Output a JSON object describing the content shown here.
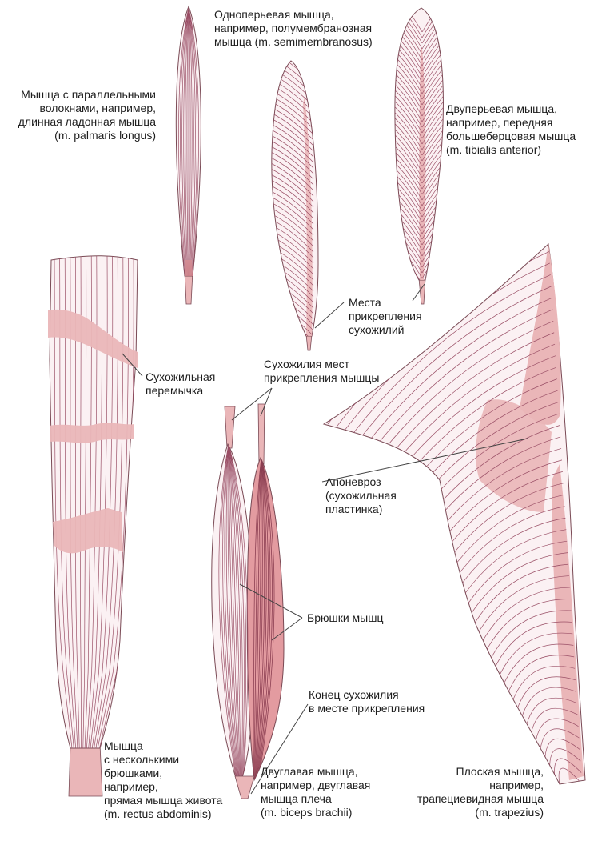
{
  "labels": {
    "unipennate": [
      "Одноперьевая мышца,",
      "например, полумембранозная",
      "мышца (m. semimembranosus)"
    ],
    "parallel": [
      "Мышца с параллельными",
      "волокнами, например,",
      "длинная ладонная мышца",
      "(m. palmaris longus)"
    ],
    "bipennate": [
      "Двуперьевая мышца,",
      "например, передняя",
      "большеберцовая мышца",
      "(m. tibialis anterior)"
    ],
    "tendon_sites": [
      "Места",
      "прикрепления",
      "сухожилий"
    ],
    "intersection": [
      "Сухожильная",
      "перемычка"
    ],
    "origin_tendons": [
      "Сухожилия мест",
      "прикрепления мышцы"
    ],
    "aponeurosis": [
      "Апоневроз",
      "(сухожильная",
      "пластинка)"
    ],
    "bellies": [
      "Брюшки мышц"
    ],
    "insertion_end": [
      "Конец сухожилия",
      "в месте прикрепления"
    ],
    "multi_belly": [
      "Мышца",
      "с несколькими",
      "брюшками,",
      "например,",
      "прямая мышца живота",
      "(m. rectus abdominis)"
    ],
    "biceps": [
      "Двуглавая мышца,",
      "например, двуглавая",
      "мышца плеча",
      "(m. biceps brachii)"
    ],
    "flat": [
      "Плоская мышца,",
      "например,",
      "трапециевидная мышца",
      "(m. trapezius)"
    ]
  },
  "colors": {
    "fiber": "#9a4f66",
    "muscle_fill": "#fbf1f3",
    "tendon": "#eab6b8",
    "tendon_dark": "#dc8e93",
    "outline": "#7a4a55",
    "leader": "#444444"
  }
}
